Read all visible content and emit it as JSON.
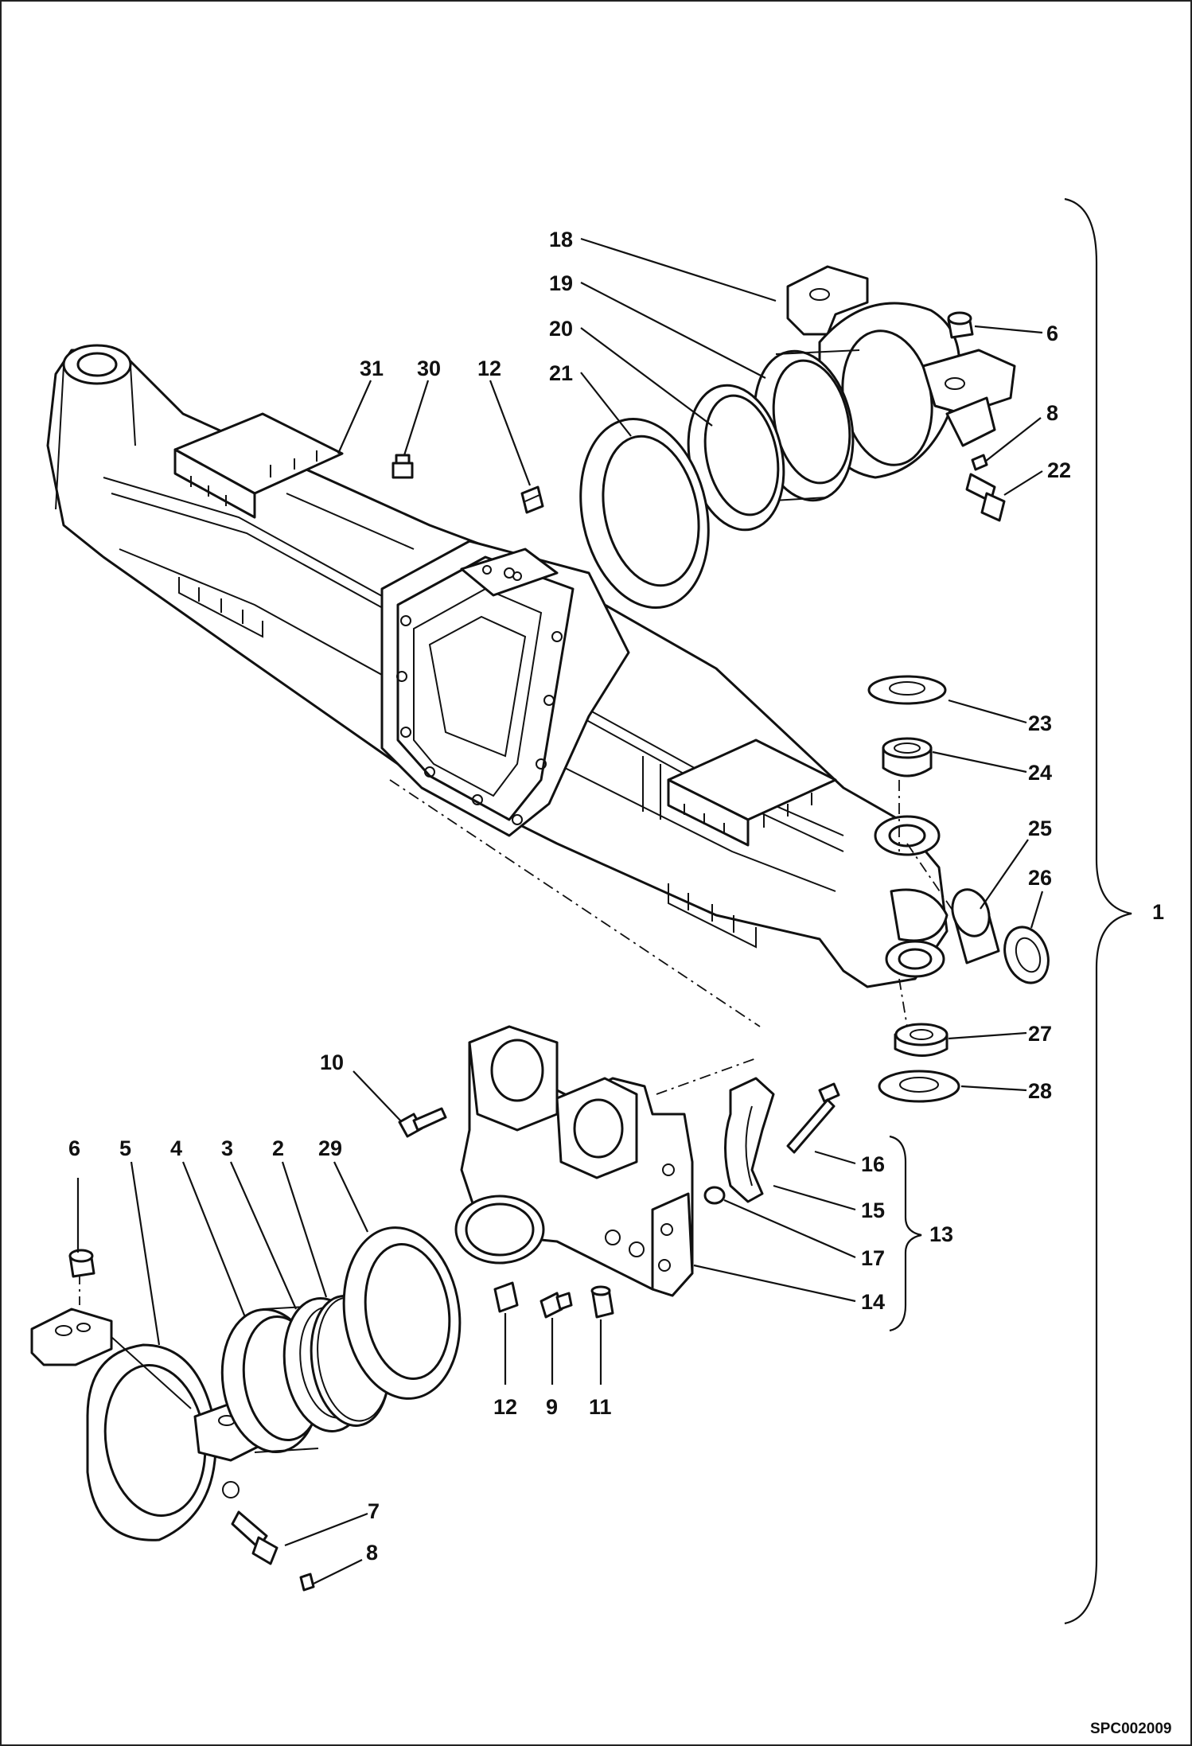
{
  "drawing_code": "SPC002009",
  "callouts": {
    "c1": "1",
    "c2": "2",
    "c3": "3",
    "c4": "4",
    "c5": "5",
    "c6a": "6",
    "c6b": "6",
    "c7": "7",
    "c8a": "8",
    "c8b": "8",
    "c9": "9",
    "c10": "10",
    "c11": "11",
    "c12a": "12",
    "c12b": "12",
    "c13": "13",
    "c14": "14",
    "c15": "15",
    "c16": "16",
    "c17": "17",
    "c18": "18",
    "c19": "19",
    "c20": "20",
    "c21": "21",
    "c22": "22",
    "c23": "23",
    "c24": "24",
    "c25": "25",
    "c26": "26",
    "c27": "27",
    "c28": "28",
    "c29": "29",
    "c30": "30",
    "c31": "31"
  }
}
